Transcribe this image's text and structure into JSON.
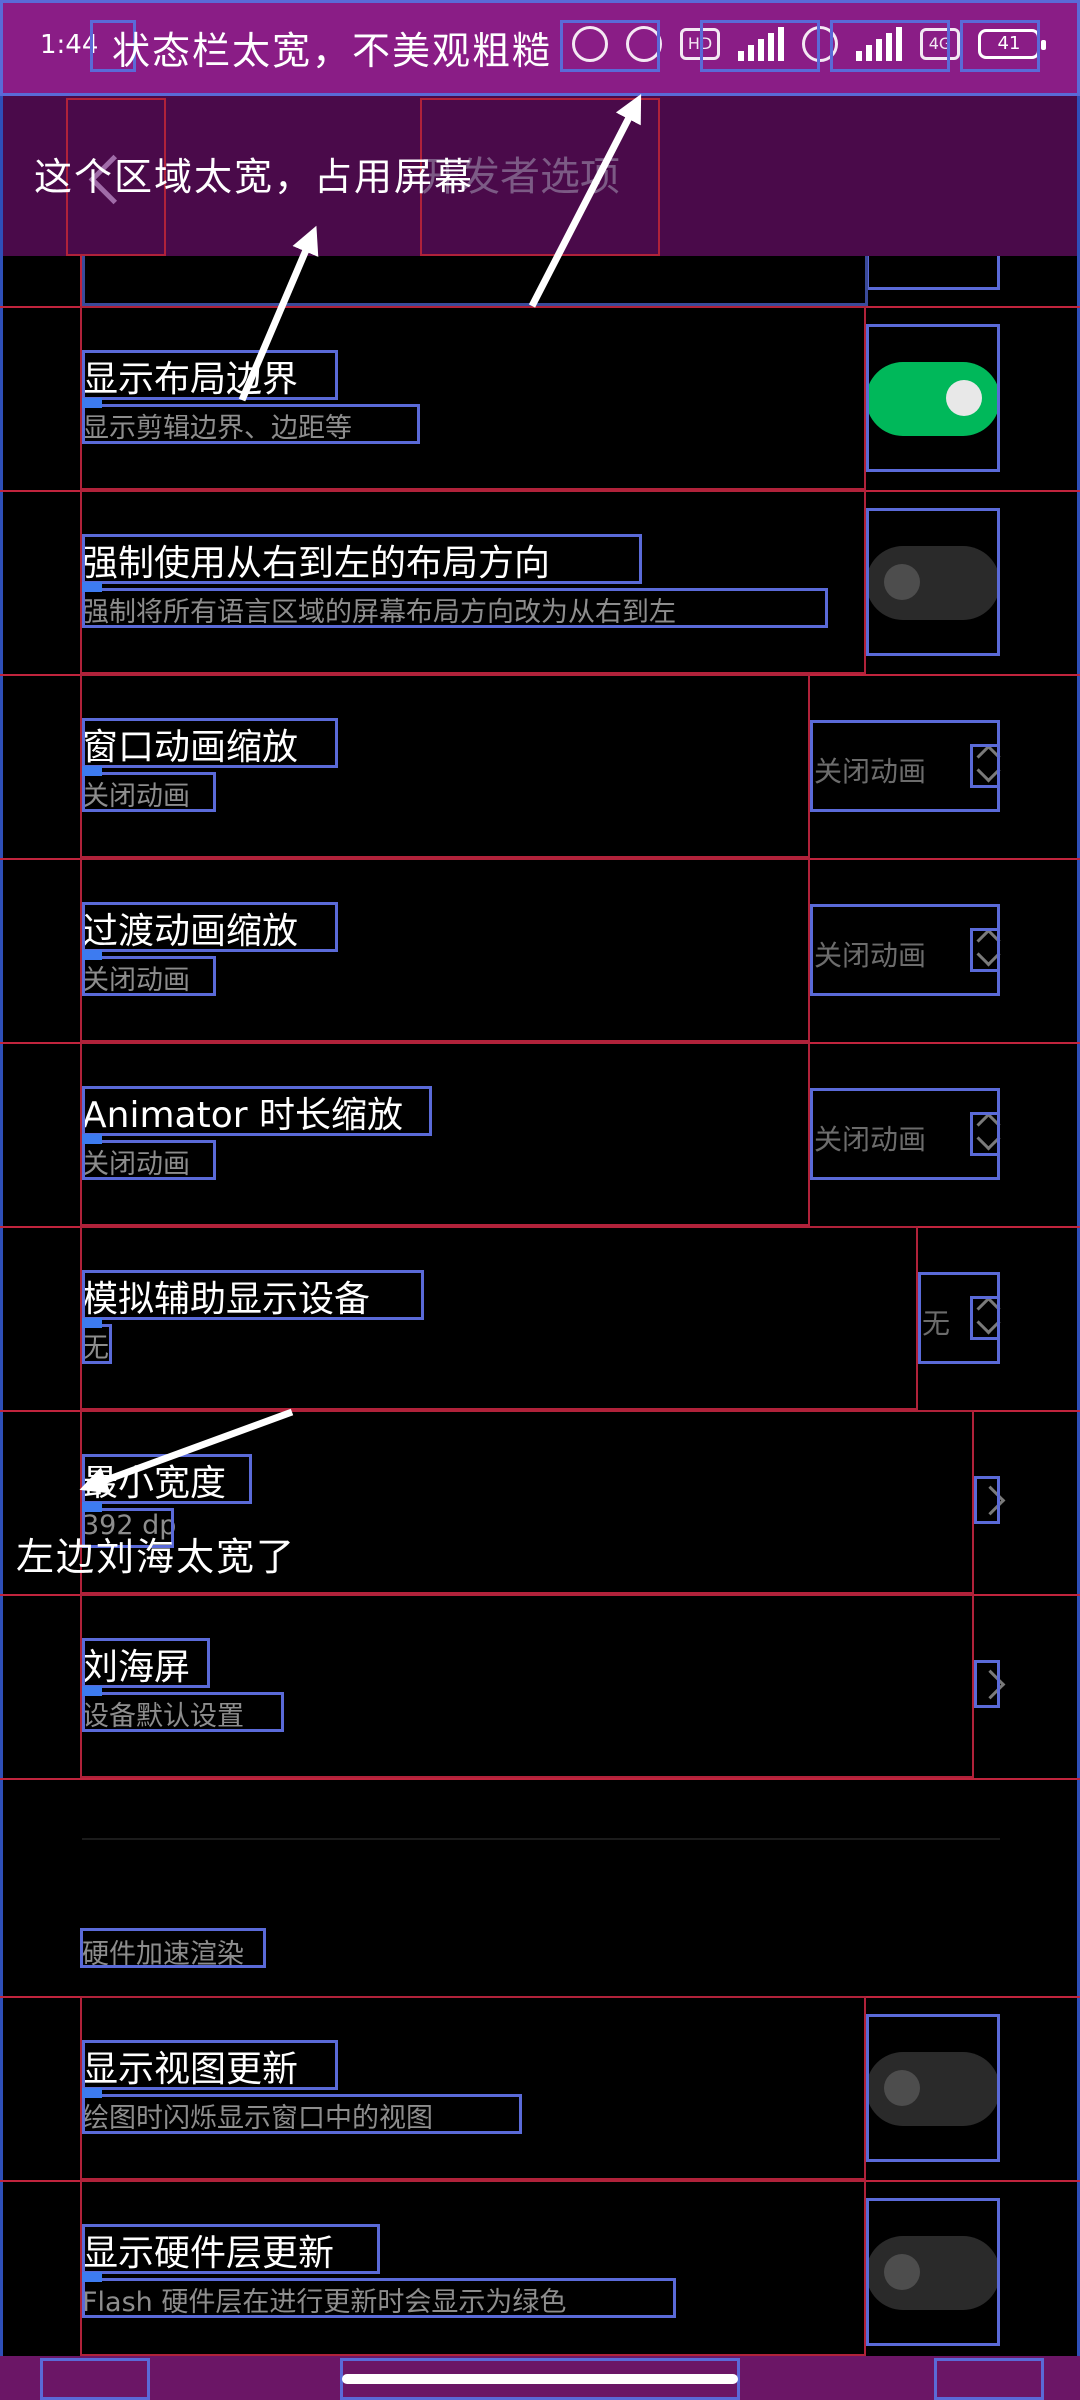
{
  "status_bar": {
    "time": "1:44",
    "battery": "41",
    "network_label": "4G",
    "hd_label": "HD"
  },
  "app_bar": {
    "title": "开发者选项"
  },
  "rows": [
    {
      "title": "显示布局边界",
      "subtitle": "显示剪辑边界、边距等",
      "control": "toggle",
      "state": "on"
    },
    {
      "title": "强制使用从右到左的布局方向",
      "subtitle": "强制将所有语言区域的屏幕布局方向改为从右到左",
      "control": "toggle",
      "state": "off"
    },
    {
      "title": "窗口动画缩放",
      "subtitle": "关闭动画",
      "control": "dropdown",
      "value": "关闭动画"
    },
    {
      "title": "过渡动画缩放",
      "subtitle": "关闭动画",
      "control": "dropdown",
      "value": "关闭动画"
    },
    {
      "title": "Animator 时长缩放",
      "subtitle": "关闭动画",
      "control": "dropdown",
      "value": "关闭动画"
    },
    {
      "title": "模拟辅助显示设备",
      "subtitle": "无",
      "control": "dropdown",
      "value": "无"
    },
    {
      "title": "最小宽度",
      "subtitle": "392 dp",
      "control": "chevron"
    },
    {
      "title": "刘海屏",
      "subtitle": "设备默认设置",
      "control": "chevron"
    }
  ],
  "section": {
    "label": "硬件加速渲染"
  },
  "rows_hw": [
    {
      "title": "显示视图更新",
      "subtitle": "绘图时闪烁显示窗口中的视图",
      "control": "toggle",
      "state": "off"
    },
    {
      "title": "显示硬件层更新",
      "subtitle": "Flash 硬件层在进行更新时会显示为绿色",
      "control": "toggle",
      "state": "off"
    }
  ],
  "annotations": {
    "status_bar_note": "状态栏太宽，不美观粗糙",
    "app_bar_note": "这个区域太宽，占用屏幕",
    "notch_note": "左边刘海太宽了"
  },
  "colors": {
    "status_bar_bg": "#8a1d86",
    "app_bar_bg": "#4a0a4a",
    "toggle_on": "#00b85a",
    "toggle_off": "#2a2a2a",
    "bounds_blue": "#5a6ad8",
    "margin_red": "#c0243d"
  }
}
